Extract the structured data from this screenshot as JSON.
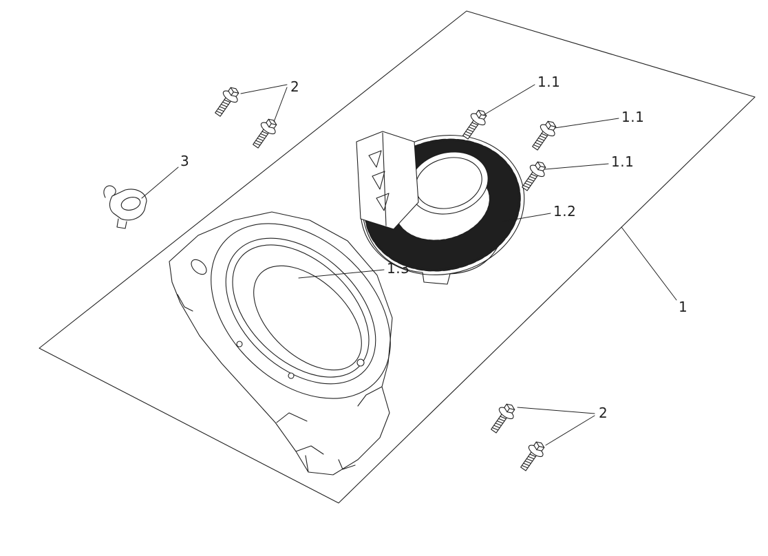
{
  "diagram": {
    "type": "exploded-parts-diagram",
    "line_color": "#1f1f1f",
    "text_color": "#1f1f1f",
    "background": "#ffffff",
    "callouts": [
      {
        "id": "callout-2-top",
        "label": "2"
      },
      {
        "id": "callout-1-1-a",
        "label": "1.1"
      },
      {
        "id": "callout-1-1-b",
        "label": "1.1"
      },
      {
        "id": "callout-1-1-c",
        "label": "1.1"
      },
      {
        "id": "callout-1-2",
        "label": "1.2"
      },
      {
        "id": "callout-1-3",
        "label": "1.3"
      },
      {
        "id": "callout-3",
        "label": "3"
      },
      {
        "id": "callout-1",
        "label": "1"
      },
      {
        "id": "callout-2-bottom",
        "label": "2"
      }
    ]
  }
}
